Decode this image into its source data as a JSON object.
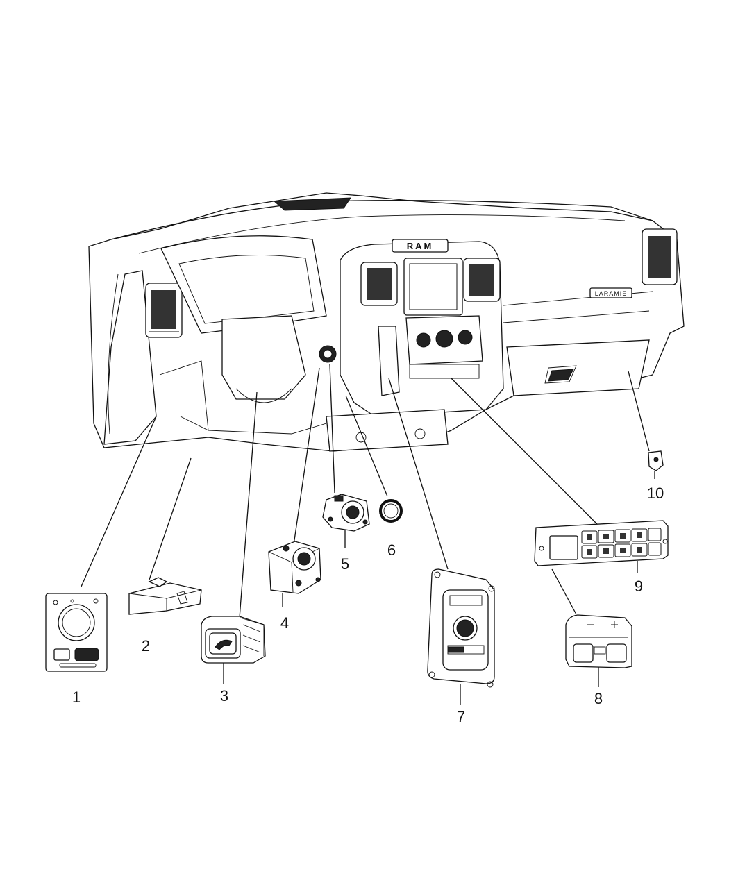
{
  "diagram": {
    "callouts": [
      {
        "id": "1",
        "label": "1"
      },
      {
        "id": "2",
        "label": "2"
      },
      {
        "id": "3",
        "label": "3"
      },
      {
        "id": "4",
        "label": "4"
      },
      {
        "id": "5",
        "label": "5"
      },
      {
        "id": "6",
        "label": "6"
      },
      {
        "id": "7",
        "label": "7"
      },
      {
        "id": "8",
        "label": "8"
      },
      {
        "id": "9",
        "label": "9"
      },
      {
        "id": "10",
        "label": "10"
      }
    ],
    "dash_badge": "RAM",
    "nameplate": "LARAMIE"
  }
}
